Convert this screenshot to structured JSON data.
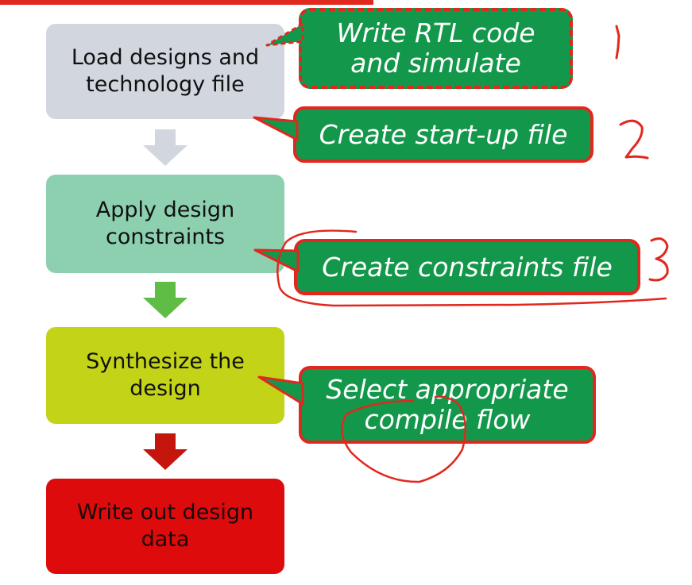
{
  "steps": [
    {
      "lines": [
        "Load designs and",
        "technology file"
      ]
    },
    {
      "lines": [
        "Apply design",
        "constraints"
      ]
    },
    {
      "lines": [
        "Synthesize the",
        "design"
      ]
    },
    {
      "lines": [
        "Write out design",
        "data"
      ]
    }
  ],
  "callouts": [
    {
      "lines": [
        "Write RTL code",
        "and simulate"
      ]
    },
    {
      "lines": [
        "Create start-up file"
      ]
    },
    {
      "lines": [
        "Create constraints file"
      ]
    },
    {
      "lines": [
        "Select appropriate",
        "compile flow"
      ]
    }
  ],
  "colors": {
    "step_1": "#d1d6df",
    "step_2": "#8dd0b0",
    "step_3": "#c2d318",
    "step_4": "#dd0b0b",
    "arrow_1": "#d1d6df",
    "arrow_2": "#5fbd46",
    "arrow_3": "#c5160d",
    "callout_fill": "#13984b",
    "callout_border": "#e0281f",
    "annotation_ink": "#e0281f"
  }
}
